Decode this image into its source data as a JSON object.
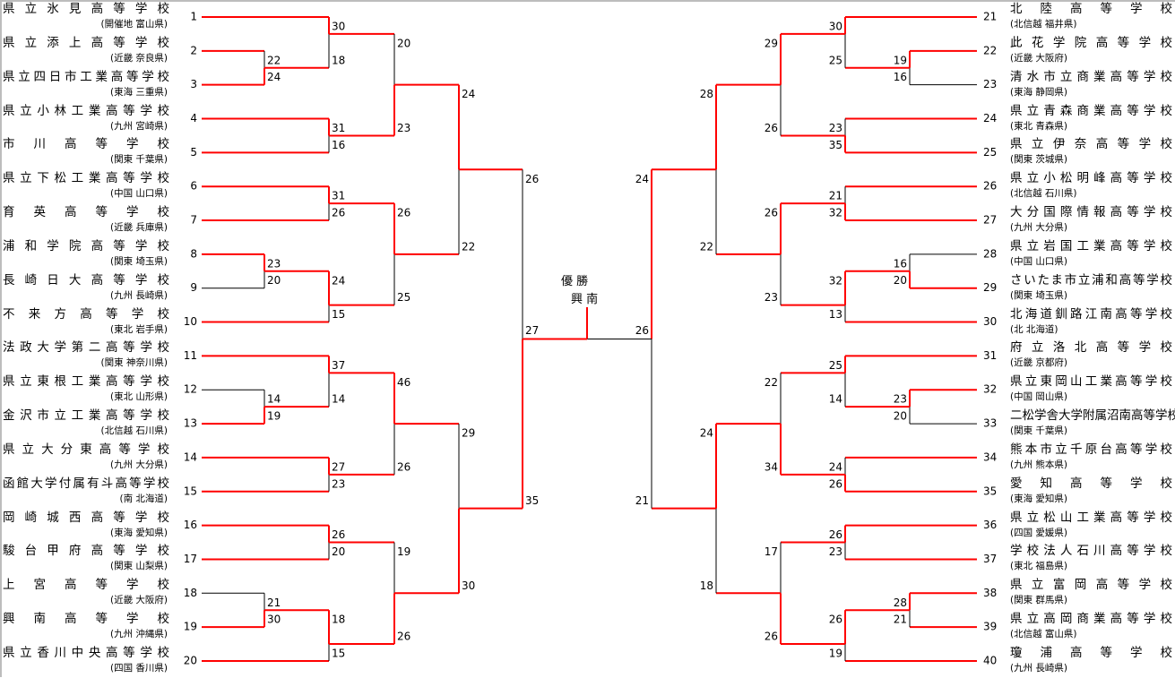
{
  "colors": {
    "highlight": "#ff0000",
    "line": "#000000"
  },
  "champion_label": "優 勝",
  "champion": "興 南",
  "teams": [
    {
      "no": 1,
      "name": "県立氷見高等学校",
      "region": "(開催地  富山県)"
    },
    {
      "no": 2,
      "name": "県立添上高等学校",
      "region": "(近畿  奈良県)"
    },
    {
      "no": 3,
      "name": "県立四日市工業高等学校",
      "region": "(東海  三重県)"
    },
    {
      "no": 4,
      "name": "県立小林工業高等学校",
      "region": "(九州    宮崎県)"
    },
    {
      "no": 5,
      "name": "市川高等学校",
      "region": "(関東  千葉県)"
    },
    {
      "no": 6,
      "name": "県立下松工業高等学校",
      "region": "(中国  山口県)"
    },
    {
      "no": 7,
      "name": "育英高等学校",
      "region": "(近畿  兵庫県)"
    },
    {
      "no": 8,
      "name": "浦和学院高等学校",
      "region": "(関東  埼玉県)"
    },
    {
      "no": 9,
      "name": "長崎日大高等学校",
      "region": "(九州  長崎県)"
    },
    {
      "no": 10,
      "name": "不来方高等学校",
      "region": "(東北  岩手県)"
    },
    {
      "no": 11,
      "name": "法政大学第二高等学校",
      "region": "(関東  神奈川県)"
    },
    {
      "no": 12,
      "name": "県立東根工業高等学校",
      "region": "(東北  山形県)"
    },
    {
      "no": 13,
      "name": "金沢市立工業高等学校",
      "region": "(北信越  石川県)"
    },
    {
      "no": 14,
      "name": "県立大分東高等学校",
      "region": "(九州  大分県)"
    },
    {
      "no": 15,
      "name": "函館大学付属有斗高等学校",
      "region": "(南  北海道)"
    },
    {
      "no": 16,
      "name": "岡崎城西高等学校",
      "region": "(東海  愛知県)"
    },
    {
      "no": 17,
      "name": "駿台甲府高等学校",
      "region": "(関東  山梨県)"
    },
    {
      "no": 18,
      "name": "上宮高等学校",
      "region": "(近畿  大阪府)"
    },
    {
      "no": 19,
      "name": "興南高等学校",
      "region": "(九州  沖縄県)"
    },
    {
      "no": 20,
      "name": "県立香川中央高等学校",
      "region": "(四国  香川県)"
    },
    {
      "no": 21,
      "name": "北陸高等学校",
      "region": "(北信越  福井県)"
    },
    {
      "no": 22,
      "name": "此花学院高等学校",
      "region": "(近畿  大阪府)"
    },
    {
      "no": 23,
      "name": "清水市立商業高等学校",
      "region": "(東海  静岡県)"
    },
    {
      "no": 24,
      "name": "県立青森商業高等学校",
      "region": "(東北  青森県)"
    },
    {
      "no": 25,
      "name": "県立伊奈高等学校",
      "region": "(関東  茨城県)"
    },
    {
      "no": 26,
      "name": "県立小松明峰高等学校",
      "region": "(北信越  石川県)"
    },
    {
      "no": 27,
      "name": "大分国際情報高等学校",
      "region": "(九州  大分県)"
    },
    {
      "no": 28,
      "name": "県立岩国工業高等学校",
      "region": "(中国  山口県)"
    },
    {
      "no": 29,
      "name": "さいたま市立浦和高等学校",
      "region": "(関東  埼玉県)"
    },
    {
      "no": 30,
      "name": "北海道釧路江南高等学校",
      "region": "(北  北海道)"
    },
    {
      "no": 31,
      "name": "府立洛北高等学校",
      "region": "(近畿  京都府)"
    },
    {
      "no": 32,
      "name": "県立東岡山工業高等学校",
      "region": "(中国  岡山県)"
    },
    {
      "no": 33,
      "name": "二松学舎大学附属沼南高等学校",
      "region": "(関東  千葉県)"
    },
    {
      "no": 34,
      "name": "熊本市立千原台高等学校",
      "region": "(九州  熊本県)"
    },
    {
      "no": 35,
      "name": "愛知高等学校",
      "region": "(東海  愛知県)"
    },
    {
      "no": 36,
      "name": "県立松山工業高等学校",
      "region": "(四国  愛媛県)"
    },
    {
      "no": 37,
      "name": "学校法人石川高等学校",
      "region": "(東北  福島県)"
    },
    {
      "no": 38,
      "name": "県立富岡高等学校",
      "region": "(関東  群馬県)"
    },
    {
      "no": 39,
      "name": "県立高岡商業高等学校",
      "region": "(北信越  富山県)"
    },
    {
      "no": 40,
      "name": "瓊浦高等学校",
      "region": "(九州  長崎県)"
    }
  ],
  "bracket": {
    "left_top": {
      "scores": [
        24,
        22
      ],
      "winner": 0,
      "children": [
        {
          "scores": [
            20,
            23
          ],
          "winner": 1,
          "children": [
            {
              "scores": [
                30,
                18
              ],
              "winner": 0,
              "children": [
                {
                  "team": 1,
                  "highlight": true
                },
                {
                  "scores": [
                    22,
                    24
                  ],
                  "winner": 1,
                  "children": [
                    {
                      "team": 2,
                      "highlight": true
                    },
                    {
                      "team": 3,
                      "highlight": true
                    }
                  ]
                }
              ]
            },
            {
              "scores": [
                31,
                16
              ],
              "winner": 0,
              "children": [
                {
                  "team": 4,
                  "highlight": true
                },
                {
                  "team": 5,
                  "highlight": true
                }
              ]
            }
          ]
        },
        {
          "scores": [
            26,
            25
          ],
          "winner": 0,
          "children": [
            {
              "scores": [
                31,
                26
              ],
              "winner": 0,
              "children": [
                {
                  "team": 6,
                  "highlight": true
                },
                {
                  "team": 7,
                  "highlight": true
                }
              ]
            },
            {
              "scores": [
                24,
                15
              ],
              "winner": 0,
              "children": [
                {
                  "scores": [
                    23,
                    20
                  ],
                  "winner": 0,
                  "children": [
                    {
                      "team": 8,
                      "highlight": true
                    },
                    {
                      "team": 9,
                      "highlight": false
                    }
                  ]
                },
                {
                  "team": 10,
                  "highlight": true
                }
              ]
            }
          ]
        }
      ]
    },
    "left_bottom": {
      "scores": [
        29,
        30
      ],
      "winner": 1,
      "children": [
        {
          "scores": [
            46,
            26
          ],
          "winner": 0,
          "children": [
            {
              "scores": [
                37,
                14
              ],
              "winner": 0,
              "children": [
                {
                  "team": 11,
                  "highlight": true
                },
                {
                  "scores": [
                    14,
                    19
                  ],
                  "winner": 1,
                  "children": [
                    {
                      "team": 12,
                      "highlight": false
                    },
                    {
                      "team": 13,
                      "highlight": true
                    }
                  ]
                }
              ]
            },
            {
              "scores": [
                27,
                23
              ],
              "winner": 0,
              "children": [
                {
                  "team": 14,
                  "highlight": true
                },
                {
                  "team": 15,
                  "highlight": true
                }
              ]
            }
          ]
        },
        {
          "scores": [
            19,
            26
          ],
          "winner": 1,
          "children": [
            {
              "scores": [
                26,
                20
              ],
              "winner": 0,
              "children": [
                {
                  "team": 16,
                  "highlight": true
                },
                {
                  "team": 17,
                  "highlight": true
                }
              ]
            },
            {
              "scores": [
                18,
                15
              ],
              "winner": 0,
              "children": [
                {
                  "scores": [
                    21,
                    30
                  ],
                  "winner": 1,
                  "children": [
                    {
                      "team": 18,
                      "highlight": false
                    },
                    {
                      "team": 19,
                      "highlight": true
                    }
                  ]
                },
                {
                  "team": 20,
                  "highlight": true
                }
              ]
            }
          ]
        }
      ]
    },
    "left_semi": {
      "scores": [
        26,
        35
      ],
      "winner": 1
    },
    "right_top": {
      "scores": [
        28,
        22
      ],
      "winner": 0,
      "children": [
        {
          "scores": [
            29,
            26
          ],
          "winner": 0,
          "children": [
            {
              "scores": [
                30,
                25
              ],
              "winner": 0,
              "children": [
                {
                  "team": 21,
                  "highlight": true
                },
                {
                  "scores": [
                    19,
                    16
                  ],
                  "winner": 0,
                  "children": [
                    {
                      "team": 22,
                      "highlight": true
                    },
                    {
                      "team": 23,
                      "highlight": false
                    }
                  ]
                }
              ]
            },
            {
              "scores": [
                23,
                35
              ],
              "winner": 1,
              "children": [
                {
                  "team": 24,
                  "highlight": true
                },
                {
                  "team": 25,
                  "highlight": true
                }
              ]
            }
          ]
        },
        {
          "scores": [
            26,
            23
          ],
          "winner": 0,
          "children": [
            {
              "scores": [
                21,
                32
              ],
              "winner": 1,
              "children": [
                {
                  "team": 26,
                  "highlight": true
                },
                {
                  "team": 27,
                  "highlight": true
                }
              ]
            },
            {
              "scores": [
                32,
                13
              ],
              "winner": 0,
              "children": [
                {
                  "scores": [
                    16,
                    20
                  ],
                  "winner": 1,
                  "children": [
                    {
                      "team": 28,
                      "highlight": false
                    },
                    {
                      "team": 29,
                      "highlight": true
                    }
                  ]
                },
                {
                  "team": 30,
                  "highlight": true
                }
              ]
            }
          ]
        }
      ]
    },
    "right_bottom": {
      "scores": [
        24,
        18
      ],
      "winner": 0,
      "children": [
        {
          "scores": [
            22,
            34
          ],
          "winner": 1,
          "children": [
            {
              "scores": [
                25,
                14
              ],
              "winner": 0,
              "children": [
                {
                  "team": 31,
                  "highlight": true
                },
                {
                  "scores": [
                    23,
                    20
                  ],
                  "winner": 0,
                  "children": [
                    {
                      "team": 32,
                      "highlight": true
                    },
                    {
                      "team": 33,
                      "highlight": false
                    }
                  ]
                }
              ]
            },
            {
              "scores": [
                24,
                26
              ],
              "winner": 1,
              "children": [
                {
                  "team": 34,
                  "highlight": true
                },
                {
                  "team": 35,
                  "highlight": true
                }
              ]
            }
          ]
        },
        {
          "scores": [
            17,
            26
          ],
          "winner": 1,
          "children": [
            {
              "scores": [
                26,
                23
              ],
              "winner": 0,
              "children": [
                {
                  "team": 36,
                  "highlight": true
                },
                {
                  "team": 37,
                  "highlight": true
                }
              ]
            },
            {
              "scores": [
                26,
                19
              ],
              "winner": 0,
              "children": [
                {
                  "scores": [
                    28,
                    21
                  ],
                  "winner": 0,
                  "children": [
                    {
                      "team": 38,
                      "highlight": true
                    },
                    {
                      "team": 39,
                      "highlight": true
                    }
                  ]
                },
                {
                  "team": 40,
                  "highlight": true
                }
              ]
            }
          ]
        }
      ]
    },
    "right_semi": {
      "scores": [
        24,
        21
      ],
      "winner": 0
    },
    "final": {
      "scores": [
        27,
        26
      ],
      "winner": 0
    }
  }
}
